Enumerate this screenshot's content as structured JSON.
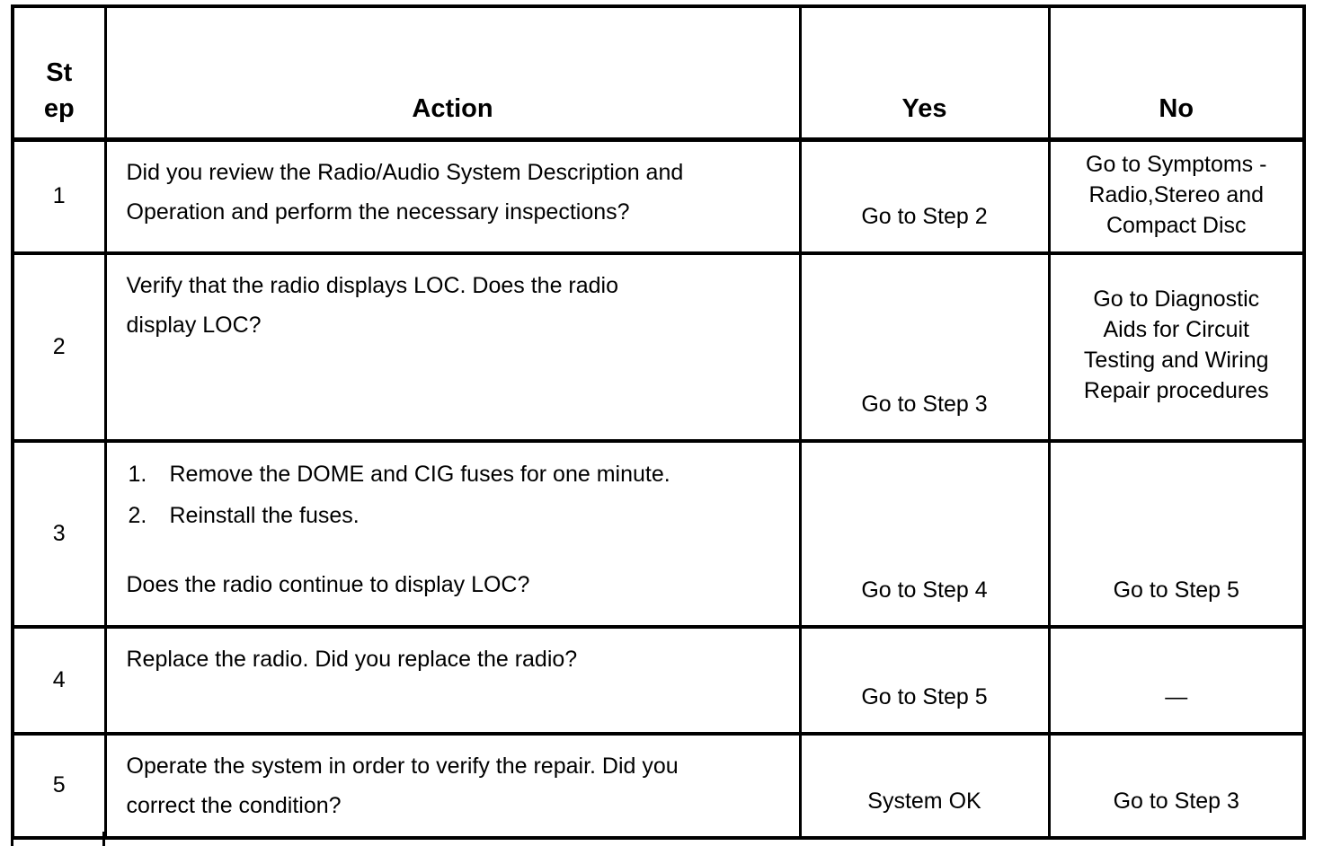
{
  "colors": {
    "ink": "#000000",
    "background": "#ffffff"
  },
  "table": {
    "headers": {
      "step_line1": "St",
      "step_line2": "ep",
      "action": "Action",
      "yes": "Yes",
      "no": "No"
    },
    "rows": [
      {
        "step": "1",
        "action": "Did you review the Radio/Audio System Description and Operation and perform the necessary inspections?",
        "yes": "Go to Step 2",
        "no": "Go to Symptoms - Radio,Stereo and Compact Disc"
      },
      {
        "step": "2",
        "action": "Verify that the radio displays LOC. Does the radio display LOC?",
        "yes": "Go to Step 3",
        "no": "Go to Diagnostic Aids for Circuit Testing and Wiring Repair procedures"
      },
      {
        "step": "3",
        "action_steps": [
          {
            "num": "1.",
            "text": "Remove the DOME and CIG fuses for one minute."
          },
          {
            "num": "2.",
            "text": "Reinstall the fuses."
          }
        ],
        "action_question": "Does the radio continue to display LOC?",
        "yes": "Go to Step 4",
        "no": "Go to Step 5"
      },
      {
        "step": "4",
        "action": "Replace the radio. Did you replace the radio?",
        "yes": "Go to Step 5",
        "no": "—"
      },
      {
        "step": "5",
        "action": "Operate the system in order to verify the repair. Did you correct the condition?",
        "yes": "System OK",
        "no": "Go to Step 3"
      }
    ]
  }
}
